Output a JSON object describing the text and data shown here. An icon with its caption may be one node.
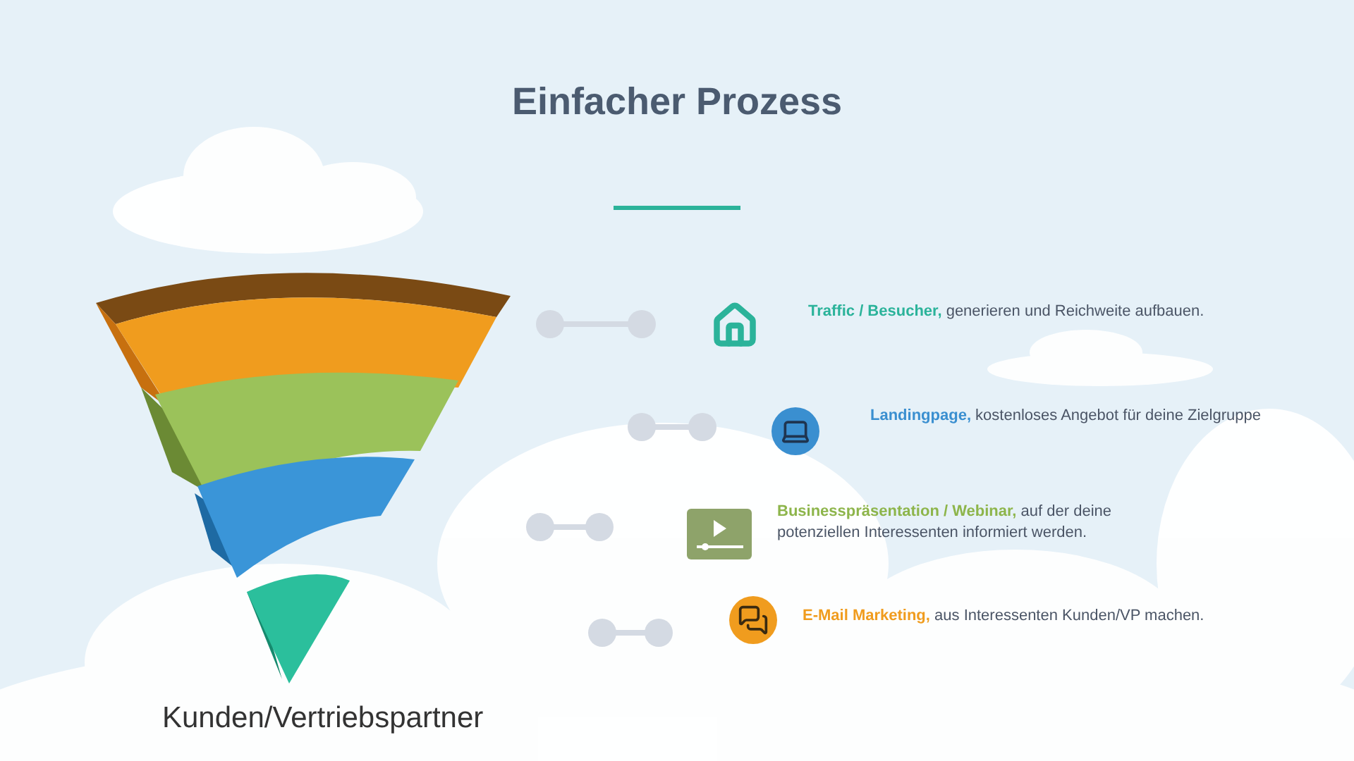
{
  "diagram": {
    "title": "Einfacher Prozess",
    "labels": [
      "**Traffic / Besucher,** generieren und Reichweite aufbauen.",
      "**Landingpage,** kostenloses Angebot für deine Zielgruppe",
      "**Businesspräsentation / Webinar,** auf der deine potenziellen Interessenten informiert werden.",
      "**E-Mail Marketing,** aus Interessenten Kunden/VP machen.",
      "Kunden/Vertriebspartner"
    ]
  }
}
